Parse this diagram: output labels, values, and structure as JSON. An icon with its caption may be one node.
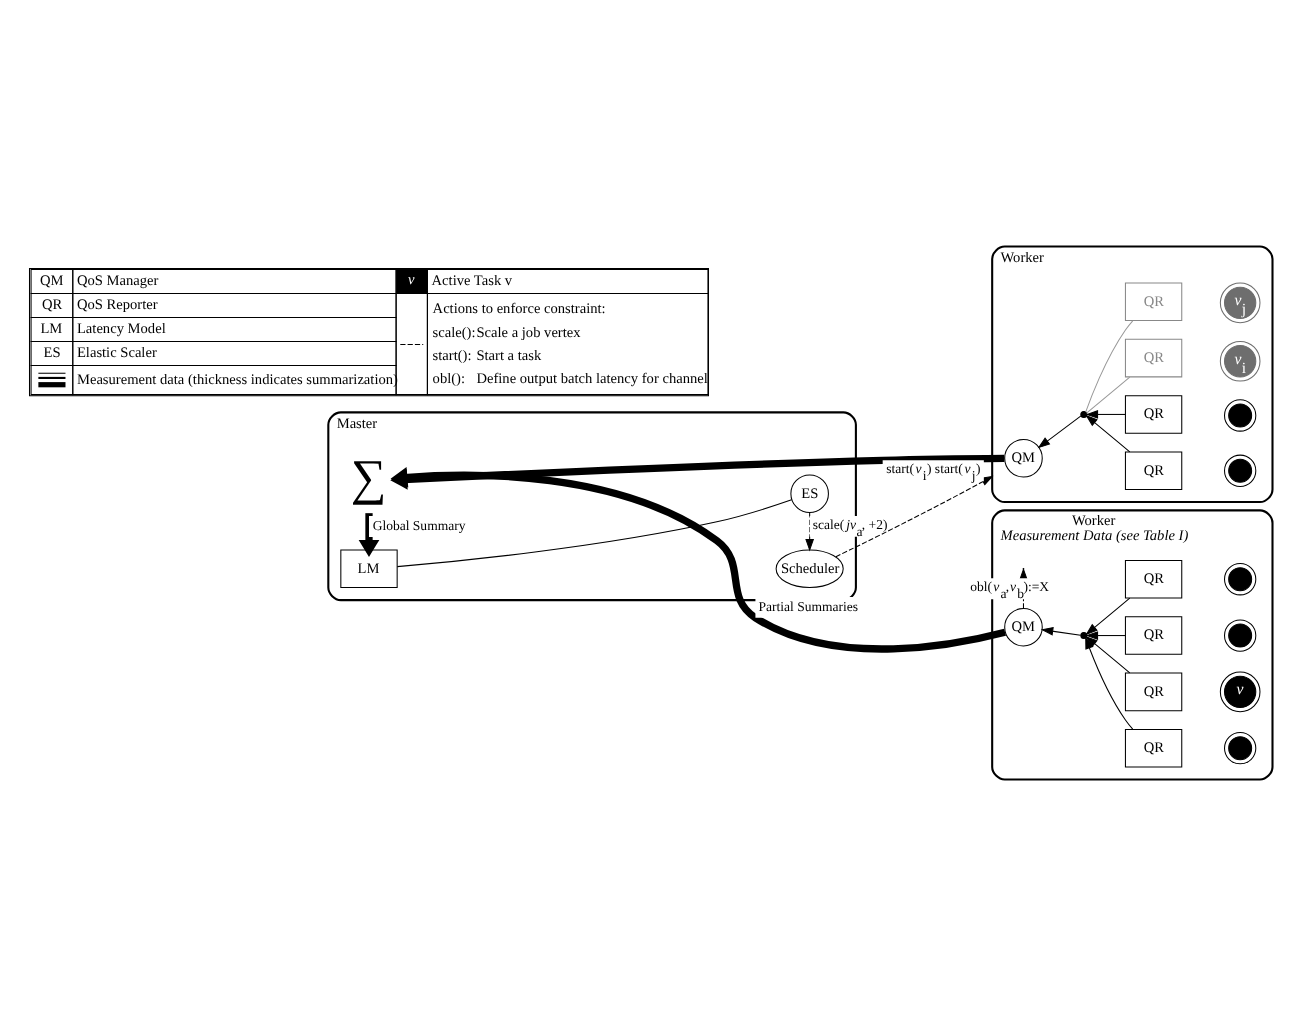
{
  "diagram": {
    "nodes": [
      {
        "text": [
          "Master"
        ]
      },
      {
        "text": [
          "∑"
        ],
        "in": 0
      },
      {
        "text": [
          "LM"
        ],
        "in": 0
      },
      {
        "text": [
          "ES"
        ],
        "in": 0
      },
      {
        "text": [
          "Scheduler"
        ],
        "in": 0
      },
      {
        "text": [
          "Worker",
          "Measurement Data (see Table I)"
        ]
      },
      {
        "text": [
          "QM"
        ],
        "in": 5
      },
      {
        "text": [],
        "shape": "circle",
        "in": 5
      },
      {
        "text": [
          "QR"
        ],
        "in": 5
      },
      {
        "text": [
          "QR"
        ],
        "in": 5
      },
      {
        "text": [],
        "shape": "circle",
        "in": 5
      },
      {
        "text": [
          "*v*"
        ],
        "in": 5
      },
      {
        "text": [],
        "shape": "circle",
        "in": 5
      },
      {
        "text": [],
        "shape": "circle",
        "in": 5
      },
      {
        "text": [
          "QR"
        ],
        "in": 5
      },
      {
        "text": [
          "QR"
        ],
        "in": 5
      },
      {
        "text": [
          "Worker"
        ]
      },
      {
        "text": [
          "QM"
        ],
        "in": 16
      },
      {
        "text": [],
        "shape": "circle",
        "in": 16
      },
      {
        "text": [
          "QR"
        ],
        "in": 16
      },
      {
        "text": [
          "QR"
        ],
        "in": 16
      },
      {
        "text": [],
        "shape": "circle",
        "in": 16
      },
      {
        "text": [],
        "shape": "circle",
        "in": 16
      },
      {
        "text": [
          "*v*$_{i}$"
        ],
        "in": 16
      },
      {
        "text": [
          "*v*$_{j}$"
        ],
        "in": 16
      },
      {
        "text": [
          "QR"
        ],
        "in": 16
      },
      {
        "text": [
          "QR"
        ],
        "in": 16
      }
    ],
    "edges": [
      {
        "from": 6,
        "to": 1,
        "arrow": "to",
        "style": "thick",
        "label": "Partial Summaries"
      },
      {
        "from": 17,
        "to": 1,
        "arrow": "to",
        "style": "thick"
      },
      {
        "from": 1,
        "to": 2,
        "arrow": "to",
        "style": "thick",
        "label": "Global Summary"
      },
      {
        "from": 2,
        "to": 3,
        "arrow": "none"
      },
      {
        "from": 3,
        "to": 4,
        "arrow": "to",
        "style": "dashed",
        "label": "scale(*jv*$_{a}$, +2)"
      },
      {
        "from": 4,
        "to": 16,
        "arrow": "to",
        "style": "dashed",
        "label": "start(*v*$_{i}$) start(*v*$_{j}$)"
      },
      {
        "from": 6,
        "to": null,
        "arrow": "to",
        "style": "dashed",
        "label": "obl(*v*$_{a}$,*v*$_{b}$):=X"
      },
      {
        "from": 7,
        "to": 6,
        "arrow": "to"
      },
      {
        "from": 8,
        "to": 7,
        "arrow": "to"
      },
      {
        "from": 9,
        "to": 7,
        "arrow": "to"
      },
      {
        "from": 14,
        "to": 7,
        "arrow": "to"
      },
      {
        "from": 15,
        "to": 7,
        "arrow": "to"
      },
      {
        "from": 18,
        "to": 17,
        "arrow": "to"
      },
      {
        "from": 19,
        "to": 18,
        "arrow": "to"
      },
      {
        "from": 20,
        "to": 18,
        "arrow": "to"
      },
      {
        "from": 25,
        "to": 18,
        "arrow": "none",
        "color": "#999999"
      },
      {
        "from": 26,
        "to": 18,
        "arrow": "none",
        "color": "#999999"
      }
    ],
    "labels": [
      "QM",
      "QoS Manager",
      "*v*",
      "QR",
      "QoS Reporter",
      "LM",
      "Latency Model",
      "ES",
      "Elastic Scaler",
      "scale():",
      "Scale a job vertex",
      "start():",
      "Start a task",
      "obl():",
      "Define output batch latency for channel"
    ],
    "legend": [
      {
        "text": "Active Task v"
      },
      {
        "text": "Actions to enforce constraint:"
      },
      {
        "text": "Measurement data (thickness indicates summarization)"
      }
    ]
  }
}
